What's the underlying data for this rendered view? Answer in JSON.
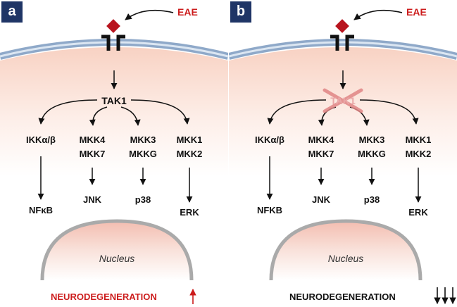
{
  "panel_a": {
    "badge": "a",
    "ligand": "EAE",
    "tak1": "TAK1",
    "ikk": "IKKα/β",
    "mkk47": [
      "MKK4",
      "MKK7"
    ],
    "mkk3g": [
      "MKK3",
      "MKKG"
    ],
    "mkk12": [
      "MKK1",
      "MKK2"
    ],
    "nfkb": "NFκB",
    "jnk": "JNK",
    "p38": "p38",
    "erk": "ERK",
    "nucleus": "Nucleus",
    "outcome": "NEURODEGENERATION"
  },
  "panel_b": {
    "badge": "b",
    "ligand": "EAE",
    "tak1": "TAK1",
    "ikk": "IKKα/β",
    "mkk47": [
      "MKK4",
      "MKK7"
    ],
    "mkk3g": [
      "MKK3",
      "MKKG"
    ],
    "mkk12": [
      "MKK1",
      "MKK2"
    ],
    "nfkb": "NFKB",
    "jnk": "JNK",
    "p38": "p38",
    "erk": "ERK",
    "nucleus": "Nucleus",
    "outcome": "NEURODEGENERATION"
  },
  "colors": {
    "badge": "#1f3566",
    "ligand": "#b8141e",
    "red_text": "#cc1c1c",
    "membrane": "#9eb6d4",
    "cytoplasm": "#fbe5dc"
  }
}
